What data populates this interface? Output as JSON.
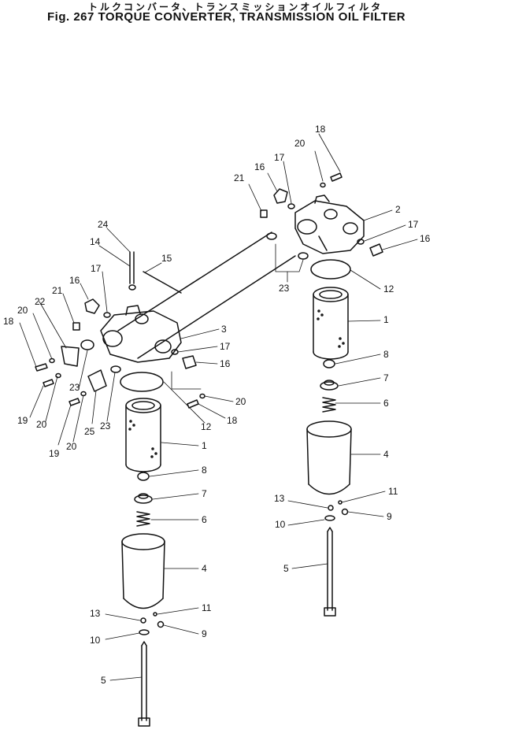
{
  "title": {
    "japanese": "トルクコンバータ、トランスミッションオイルフィルタ",
    "english": "Fig. 267 TORQUE CONVERTER, TRANSMISSION OIL FILTER"
  },
  "callouts": [
    "1",
    "2",
    "3",
    "4",
    "5",
    "6",
    "7",
    "8",
    "9",
    "10",
    "11",
    "12",
    "13",
    "14",
    "15",
    "16",
    "17",
    "18",
    "19",
    "20",
    "21",
    "22",
    "23",
    "24",
    "25"
  ]
}
